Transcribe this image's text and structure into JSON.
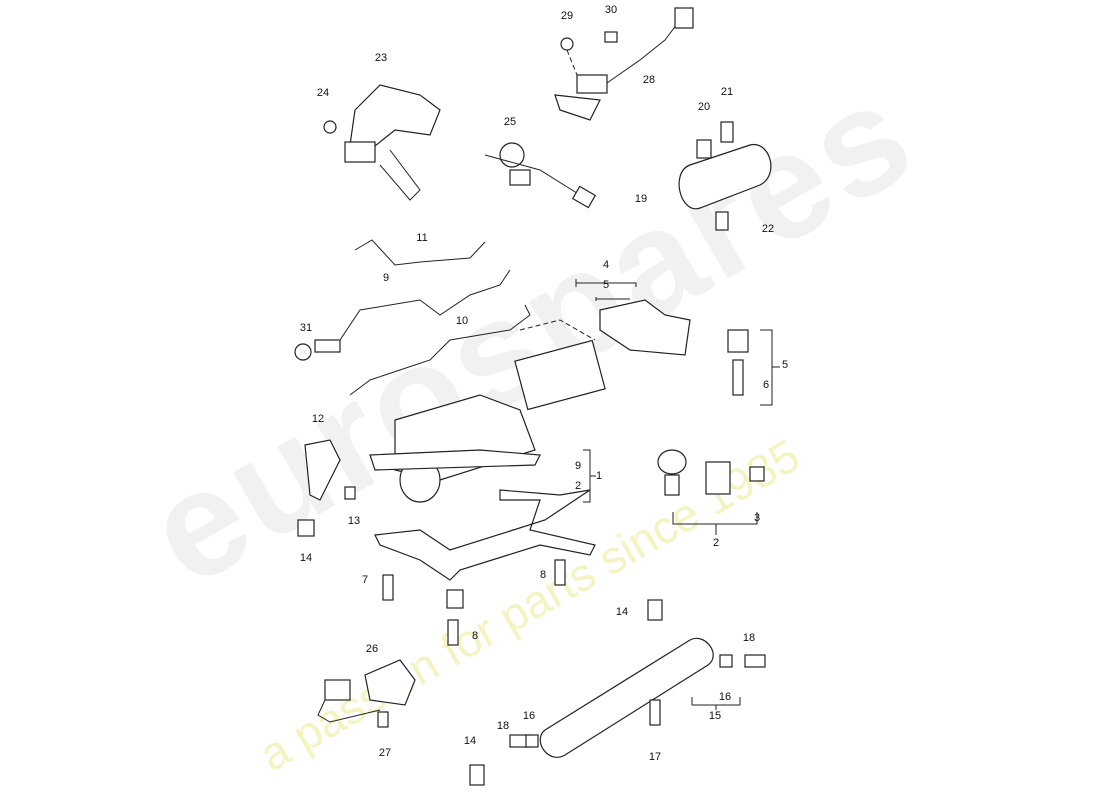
{
  "watermark": {
    "brand": "eurospares",
    "tagline": "a passion for parts since 1985"
  },
  "callouts": {
    "c29": "29",
    "c30": "30",
    "c28": "28",
    "c23": "23",
    "c24": "24",
    "c25": "25",
    "c20": "20",
    "c21": "21",
    "c19": "19",
    "c22": "22",
    "c11": "11",
    "c9a": "9",
    "c10": "10",
    "c31": "31",
    "c4": "4",
    "c5a": "5",
    "c5b": "5",
    "c6": "6",
    "c12": "12",
    "c9b": "9",
    "c1": "1",
    "c2a": "2",
    "c13": "13",
    "c14a": "14",
    "c7": "7",
    "c8a": "8",
    "c8b": "8",
    "c2b": "2",
    "c3": "3",
    "c14b": "14",
    "c18a": "18",
    "c16a": "16",
    "c15": "15",
    "c26": "26",
    "c27": "27",
    "c18b": "18",
    "c16b": "16",
    "c14c": "14",
    "c17": "17"
  }
}
